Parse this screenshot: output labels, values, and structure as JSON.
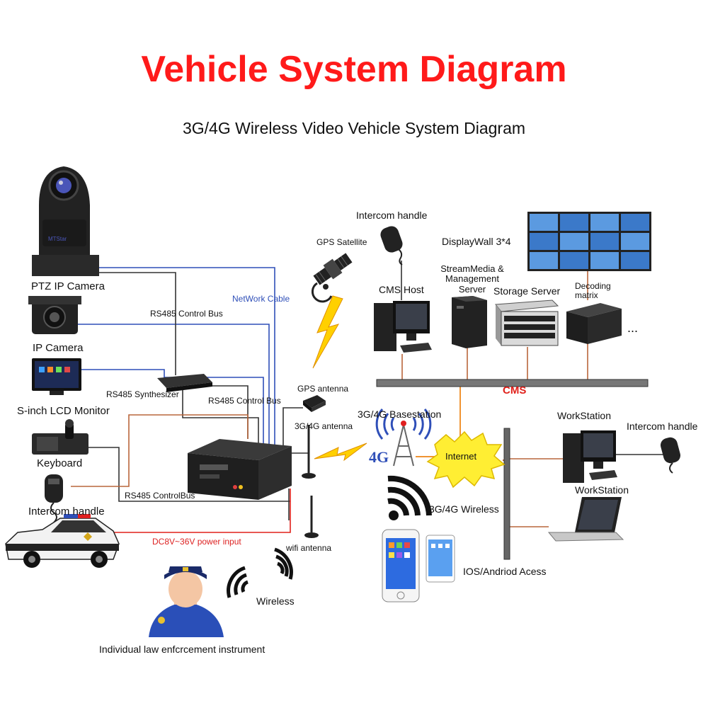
{
  "title": "Vehicle System Diagram",
  "subtitle": "3G/4G Wireless Video Vehicle System Diagram",
  "colors": {
    "title": "#ff1a1a",
    "network_cable": "#2f4fb8",
    "rs485_bus": "#333333",
    "power_line": "#e0201a",
    "ethernet": "#b9663b",
    "internet": "#ffee33",
    "lightning": "#ffd000"
  },
  "labels": {
    "ptz_camera": "PTZ IP Camera",
    "ip_camera": "IP Camera",
    "lcd_monitor": "S-inch LCD Monitor",
    "keyboard": "Keyboard",
    "intercom_left": "Intercom handle",
    "rs485_synthesizer": "RS485 Synthesizer",
    "rs485_control_bus_top": "RS485 Control Bus",
    "rs485_control_bus_mid": "RS485 Control Bus",
    "rs485_controlbus_bottom": "RS485 ControlBus",
    "network_cable": "NetWork Cable",
    "power_input": "DC8V~36V power input",
    "gps_antenna": "GPS antenna",
    "antenna_3g4g": "3G/4G antenna",
    "wifi_antenna": "wifi antenna",
    "gps_satellite": "GPS Satellite",
    "intercom_top": "Intercom handle",
    "display_wall": "DisplayWall 3*4",
    "cms_host": "CMS Host",
    "streammedia_server": "StreamMedia & Management Server",
    "storage_server": "Storage Server",
    "decoding_matrix": "Decoding matrix",
    "ellipsis": "...",
    "cms": "CMS",
    "basestation": "3G/4G Basestation",
    "badge_4g": "4G",
    "internet": "Internet",
    "workstation_1": "WorkStation",
    "workstation_2": "WorkStation",
    "intercom_right": "Intercom handle",
    "wireless_3g4g": "3G/4G Wireless",
    "ios_android": "IOS/Andriod Acess",
    "wireless": "Wireless",
    "law_enforcement": "Individual law enfcrcement instrument",
    "camera_brand": "MTStar"
  }
}
